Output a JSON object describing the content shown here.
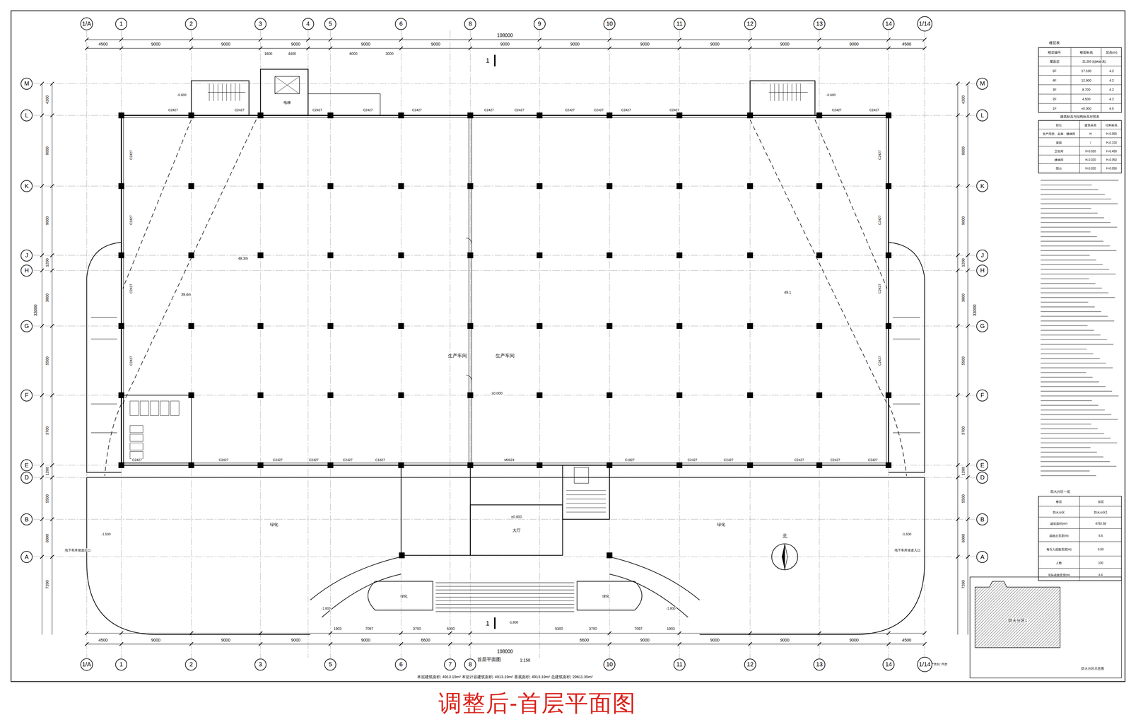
{
  "diagram": {
    "title": "调整后-首层平面图",
    "nodes": [
      {
        "text": [
          "1/A"
        ]
      },
      {
        "text": [
          "1"
        ]
      },
      {
        "text": [
          "2"
        ]
      },
      {
        "text": [
          "3"
        ]
      },
      {
        "text": [
          "4"
        ]
      },
      {
        "text": [
          "5"
        ]
      },
      {
        "text": [
          "6"
        ]
      },
      {
        "text": [
          "8"
        ]
      },
      {
        "text": [
          "9"
        ]
      },
      {
        "text": [
          "10"
        ]
      },
      {
        "text": [
          "11"
        ]
      },
      {
        "text": [
          "12"
        ]
      },
      {
        "text": [
          "13"
        ]
      },
      {
        "text": [
          "14"
        ]
      },
      {
        "text": [
          "1/14"
        ]
      },
      {
        "text": [
          "M"
        ]
      },
      {
        "text": [
          "L"
        ]
      },
      {
        "text": [
          "K"
        ]
      },
      {
        "text": [
          "J"
        ]
      },
      {
        "text": [
          "H"
        ]
      },
      {
        "text": [
          "G"
        ]
      },
      {
        "text": [
          "F"
        ]
      },
      {
        "text": [
          "E"
        ]
      },
      {
        "text": [
          "D"
        ]
      },
      {
        "text": [
          "B"
        ]
      },
      {
        "text": [
          "A"
        ]
      },
      {
        "text": [
          "M"
        ]
      },
      {
        "text": [
          "L"
        ]
      },
      {
        "text": [
          "K"
        ]
      },
      {
        "text": [
          "J"
        ]
      },
      {
        "text": [
          "H"
        ]
      },
      {
        "text": [
          "G"
        ]
      },
      {
        "text": [
          "F"
        ]
      },
      {
        "text": [
          "E"
        ]
      },
      {
        "text": [
          "D"
        ]
      },
      {
        "text": [
          "B"
        ]
      },
      {
        "text": [
          "A"
        ]
      },
      {
        "text": [
          "1/A"
        ]
      },
      {
        "text": [
          "1"
        ]
      },
      {
        "text": [
          "2"
        ]
      },
      {
        "text": [
          "3"
        ]
      },
      {
        "text": [
          "5"
        ]
      },
      {
        "text": [
          "6"
        ]
      },
      {
        "text": [
          "7"
        ]
      },
      {
        "text": [
          "8"
        ]
      },
      {
        "text": [
          "10"
        ]
      },
      {
        "text": [
          "11"
        ]
      },
      {
        "text": [
          "12"
        ]
      },
      {
        "text": [
          "13"
        ]
      },
      {
        "text": [
          "14"
        ]
      },
      {
        "text": [
          "1/14"
        ]
      }
    ],
    "labels": [
      "108000",
      "4500",
      "9000",
      "9000",
      "9000",
      "9000",
      "9000",
      "9000",
      "9000",
      "9000",
      "9000",
      "9000",
      "9000",
      "4500",
      "1600",
      "4400",
      "6000",
      "3000",
      "1",
      "C2427",
      "C2427",
      "C2427",
      "C2427",
      "C2427",
      "C2427",
      "C2427",
      "C2427",
      "C2427",
      "C2427",
      "C2427",
      "C2427",
      "C2427",
      "C2427",
      "C2427",
      "C2427",
      "C2427",
      "C2427",
      "C1827",
      "M3624",
      "C1827",
      "C2427",
      "C2427",
      "C2427",
      "C2427",
      "C2427",
      "C2427",
      "C2427",
      "C2427",
      "C2427",
      "C2427",
      "C2427",
      "C2427",
      "C2427",
      "4200",
      "9000",
      "9000",
      "1200",
      "3800",
      "5500",
      "3700",
      "1200",
      "5500",
      "6000",
      "7200",
      "33000",
      "4200",
      "9000",
      "9000",
      "1200",
      "3800",
      "5500",
      "3700",
      "1200",
      "5500",
      "6000",
      "7200",
      "33000",
      "1903",
      "7097",
      "3700",
      "5300",
      "5300",
      "3700",
      "7097",
      "1903",
      "4500",
      "9000",
      "9000",
      "9000",
      "9000",
      "6600",
      "6600",
      "9000",
      "9000",
      "9000",
      "9000",
      "4500",
      "108000",
      "1",
      "生产车间",
      "生产车间",
      "±0.000",
      "±0.000",
      "大厅",
      "绿化",
      "绿化",
      "绿化",
      "绿化",
      "地下车库坡道出口",
      "地下车库坡道入口",
      "-1.500",
      "-1.500",
      "-1.800",
      "-1.800",
      "-1.800",
      "-0.600",
      "-0.600",
      "39.4m",
      "48.3m",
      "49.1",
      "北",
      "电梯",
      "首层平面图",
      "1:150",
      "本层建筑面积: 4913.19m² 本层计容建筑面积: 4913.19m² 基底面积: 4913.19m² 总建筑面积: 29611.35m²",
      "楼层表",
      "楼层编号",
      "楼面标高",
      "层高(m)",
      "屋面层",
      "21.250 (结构标高)",
      "5F",
      "17.100",
      "4.2",
      "4F",
      "12.900",
      "4.2",
      "3F",
      "8.700",
      "4.2",
      "2F",
      "4.500",
      "4.2",
      "1F",
      "±0.000",
      "4.5",
      "建筑标高与结构标高对照表",
      "部位",
      "建筑标高",
      "结构标高",
      "生产用房、走廊、楼梯间",
      "H",
      "H-0.050",
      "屋面",
      "/",
      "H-0.100",
      "卫生间",
      "H-0.020",
      "H-0.450",
      "楼梯间",
      "H-0.020",
      "H-0.050",
      "阳台",
      "H-0.020",
      "H-0.050",
      "防火分区一览",
      "楼层",
      "首层",
      "防火分区",
      "防火分区1",
      "建筑面积(m²)",
      "4792.58",
      "疏散总宽度(m)",
      "6.6",
      "每百人疏散宽度(m)",
      "0.60",
      "人数",
      "100",
      "实际疏散宽度(m)",
      "6.6",
      "防火分区1",
      "防火分区示意图",
      "生产类别: 丙类"
    ]
  }
}
